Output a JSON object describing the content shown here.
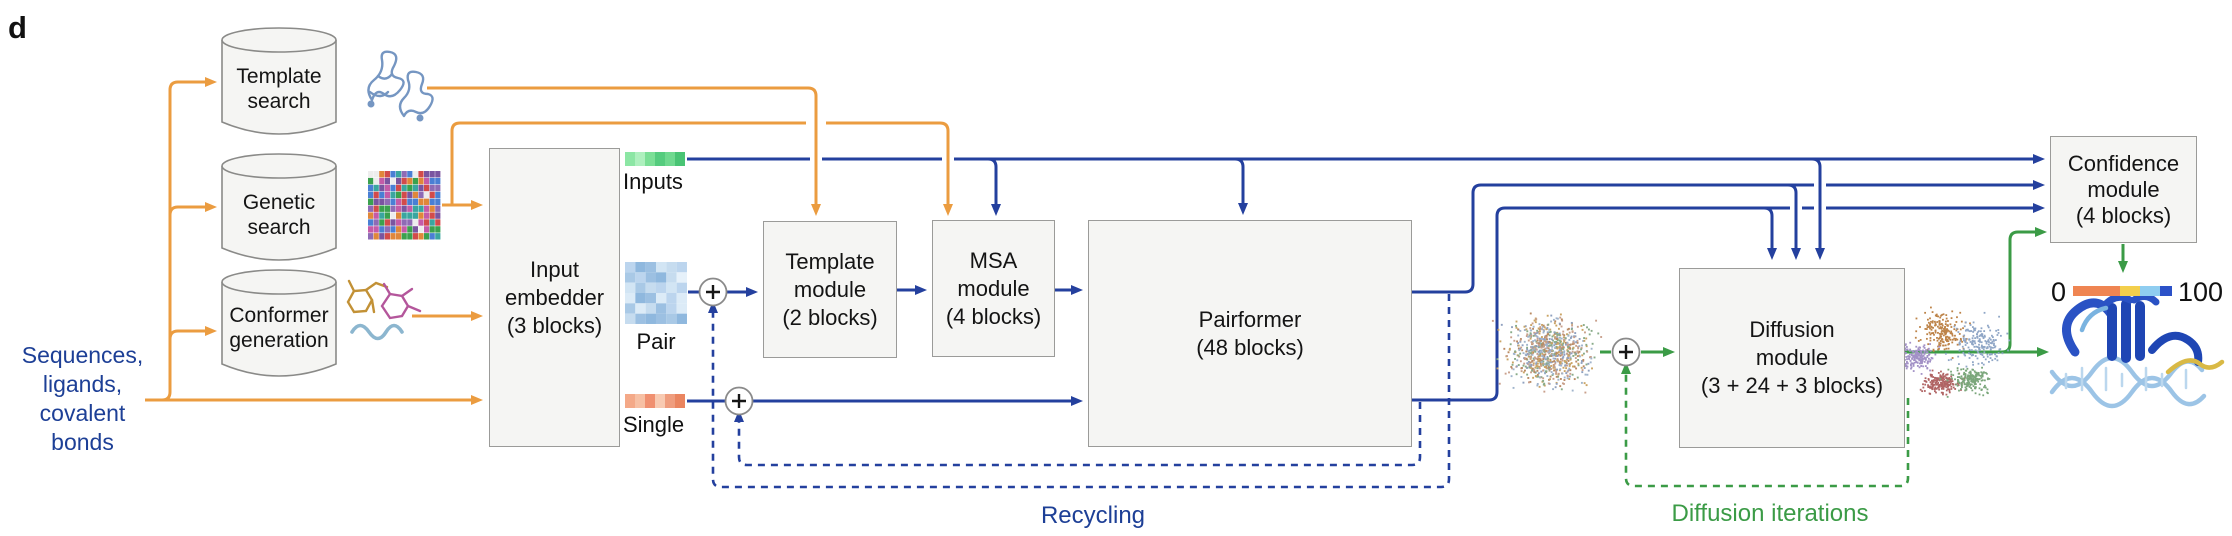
{
  "panel_label": "d",
  "colors": {
    "orange": "#EB9C40",
    "blue": "#24409E",
    "green": "#3B9B46",
    "text_blue": "#1D3F96",
    "box_fill": "#F5F5F3",
    "box_border": "#9B9B99"
  },
  "source": {
    "line1": "Sequences,",
    "line2": "ligands,",
    "line3": "covalent",
    "line4": "bonds"
  },
  "cylinders": {
    "template_search": {
      "line1": "Template",
      "line2": "search"
    },
    "genetic_search": {
      "line1": "Genetic",
      "line2": "search"
    },
    "conformer_generation": {
      "line1": "Conformer",
      "line2": "generation"
    }
  },
  "representations": {
    "inputs": {
      "label": "Inputs",
      "palette": [
        "#8CE6A4",
        "#AEF0BE",
        "#7BDF96",
        "#55CC7E",
        "#6FD98F",
        "#49C474"
      ]
    },
    "pair": {
      "label": "Pair",
      "palette": [
        "#DCEBF7",
        "#C6DCEF",
        "#A9C9E6",
        "#8FB8DE",
        "#BCD5EE",
        "#D2E5F4",
        "#9CC0E2",
        "#E6F1FA"
      ]
    },
    "single": {
      "label": "Single",
      "palette": [
        "#F4A988",
        "#F7C0A4",
        "#F09070",
        "#F8CAB2",
        "#EF9D7E",
        "#EA8560"
      ]
    }
  },
  "modules": {
    "input_embedder": {
      "line1": "Input",
      "line2": "embedder",
      "line3": "(3 blocks)"
    },
    "template_module": {
      "line1": "Template",
      "line2": "module",
      "line3": "(2 blocks)"
    },
    "msa_module": {
      "line1": "MSA",
      "line2": "module",
      "line3": "(4 blocks)"
    },
    "pairformer": {
      "line1": "Pairformer",
      "line2": "(48 blocks)"
    },
    "diffusion_module": {
      "line1": "Diffusion",
      "line2": "module",
      "line3": "(3 + 24 + 3 blocks)"
    },
    "confidence_module": {
      "line1": "Confidence",
      "line2": "module",
      "line3": "(4 blocks)"
    }
  },
  "loops": {
    "recycling": "Recycling",
    "diffusion_iterations": "Diffusion iterations"
  },
  "confidence_scale": {
    "min": "0",
    "max": "100",
    "segments": [
      {
        "color": "#EF8552",
        "width": 47
      },
      {
        "color": "#F3CF4C",
        "width": 20
      },
      {
        "color": "#8FCDF0",
        "width": 20
      },
      {
        "color": "#2B51C8",
        "width": 12
      }
    ]
  },
  "artwork_palettes": {
    "msa_alignment": [
      "#3BA14E",
      "#8E6BB5",
      "#4A7FD4",
      "#C45BA8",
      "#E0873A",
      "#D24B4B",
      "#3AA6A0",
      "#7A55A0"
    ],
    "noise_cloud": [
      "#B98A63",
      "#8FA0BF",
      "#88AB88",
      "#C9A08C",
      "#A0B4CC",
      "#CAA465"
    ],
    "predicted_cluster": [
      "#BD8348",
      "#8FA6C6",
      "#A291C6",
      "#B06464",
      "#7AA67A"
    ]
  }
}
